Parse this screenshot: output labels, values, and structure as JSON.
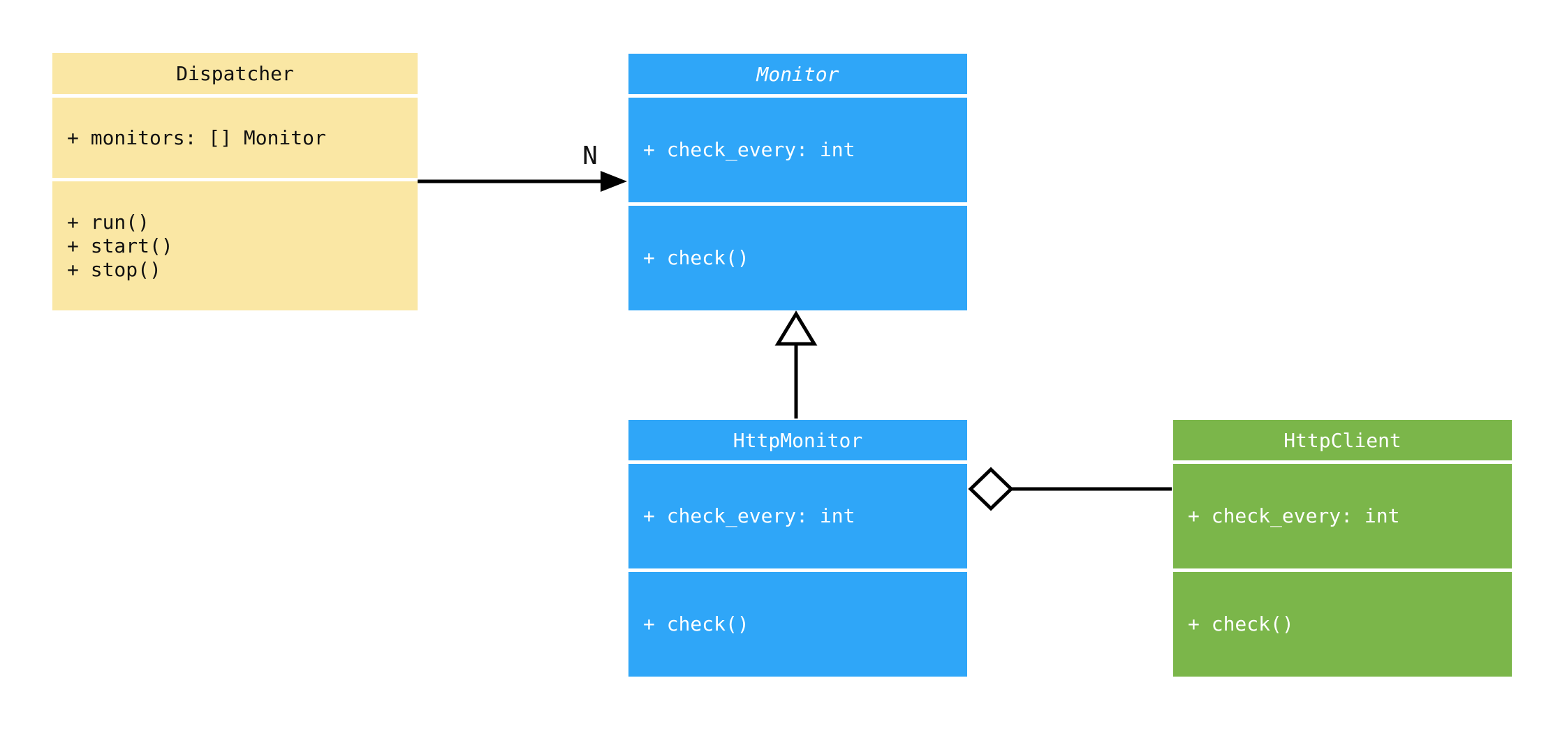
{
  "diagram": {
    "type": "uml-class-diagram",
    "background_color": "#ffffff",
    "connector_color": "#000000",
    "classes": [
      {
        "name": "Dispatcher",
        "fill": "#FAE7A4",
        "text_color": "#111111",
        "title_italic": false,
        "attributes": [
          "+ monitors: [] Monitor"
        ],
        "methods": [
          "+ run()",
          "+ start()",
          "+ stop()"
        ]
      },
      {
        "name": "Monitor",
        "fill": "#2FA6F8",
        "text_color": "#ffffff",
        "title_italic": true,
        "attributes": [
          "+ check_every: int"
        ],
        "methods": [
          "+ check()"
        ]
      },
      {
        "name": "HttpMonitor",
        "fill": "#2FA6F8",
        "text_color": "#ffffff",
        "title_italic": false,
        "attributes": [
          "+ check_every: int"
        ],
        "methods": [
          "+ check()"
        ]
      },
      {
        "name": "HttpClient",
        "fill": "#7BB64A",
        "text_color": "#ffffff",
        "title_italic": false,
        "attributes": [
          "+ check_every: int"
        ],
        "methods": [
          "+ check()"
        ]
      }
    ],
    "relationships": [
      {
        "type": "association",
        "from": "Dispatcher",
        "to": "Monitor",
        "multiplicity_label": "N"
      },
      {
        "type": "inheritance",
        "from": "HttpMonitor",
        "to": "Monitor"
      },
      {
        "type": "aggregation",
        "from": "HttpMonitor",
        "to": "HttpClient"
      }
    ]
  }
}
